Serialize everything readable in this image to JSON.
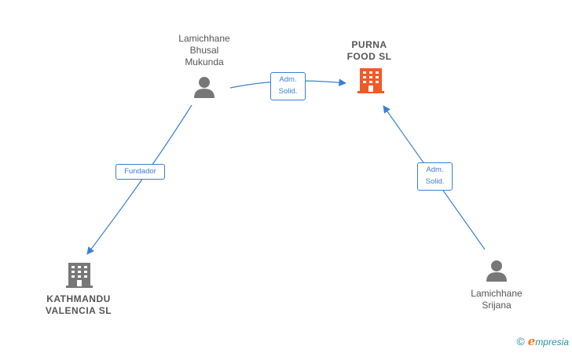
{
  "nodes": {
    "bhusal": {
      "name": "Lamichhane\nBhusal\nMukunda",
      "type": "person",
      "icon": "person-icon",
      "color": "#777777"
    },
    "purna": {
      "name": "PURNA\nFOOD  SL",
      "type": "company",
      "icon": "building-icon",
      "color": "#f05a28"
    },
    "kathmandu": {
      "name": "KATHMANDU\nVALENCIA  SL",
      "type": "company",
      "icon": "building-icon",
      "color": "#777777"
    },
    "srijana": {
      "name": "Lamichhane\nSrijana",
      "type": "person",
      "icon": "person-icon",
      "color": "#777777"
    }
  },
  "edges": [
    {
      "from": "bhusal",
      "to": "purna",
      "label": "Adm.\nSolid."
    },
    {
      "from": "bhusal",
      "to": "kathmandu",
      "label": "Fundador"
    },
    {
      "from": "srijana",
      "to": "purna",
      "label": "Adm.\nSolid."
    }
  ],
  "edge_color": "#3a7fd5",
  "watermark": {
    "copyright": "©",
    "brand_first": "e",
    "brand_rest": "mpresia"
  }
}
